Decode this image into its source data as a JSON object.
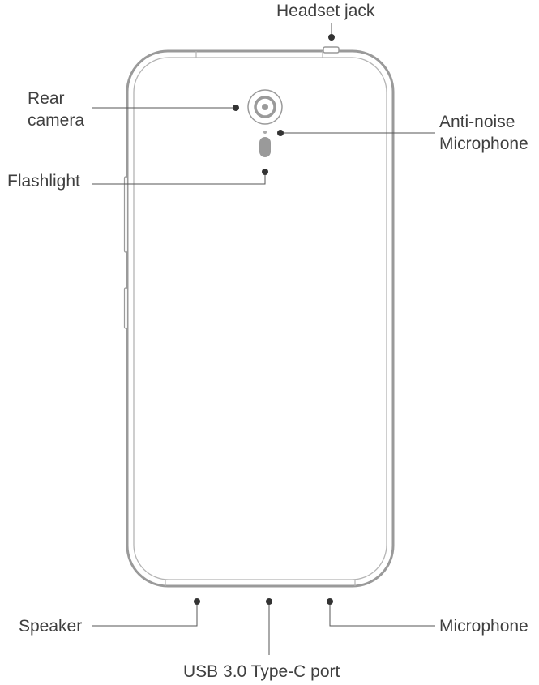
{
  "labels": {
    "headset_jack": "Headset jack",
    "rear_camera": [
      "Rear",
      "camera"
    ],
    "anti_noise_microphone": [
      "Anti-noise",
      "Microphone"
    ],
    "flashlight": "Flashlight",
    "speaker": "Speaker",
    "usb_port": "USB 3.0 Type-C port",
    "microphone": "Microphone"
  },
  "colors": {
    "phone_outline": "#9a9a9a",
    "leader_line": "#555555",
    "dot": "#333333",
    "text": "#3f3f3f"
  }
}
